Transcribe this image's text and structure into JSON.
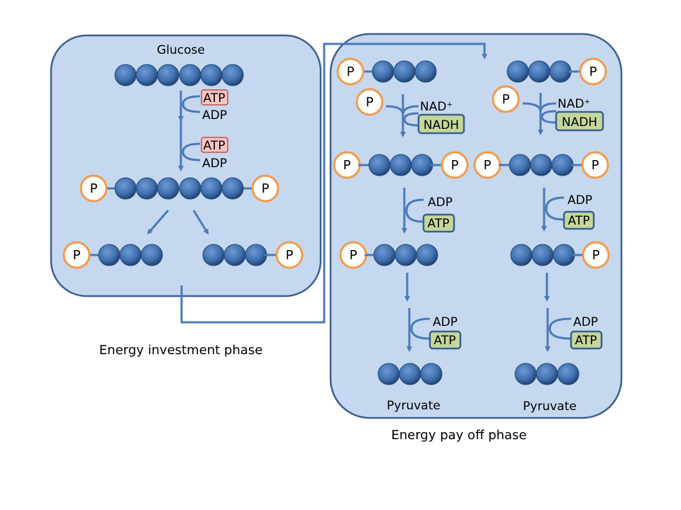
{
  "left_panel": {
    "title": "Glucose",
    "steps": [
      {
        "in": "ATP",
        "out": "ADP"
      },
      {
        "in": "ATP",
        "out": "ADP"
      }
    ],
    "caption": "Energy investment phase"
  },
  "right_panel": {
    "branches": [
      {
        "nad": "NAD⁺",
        "nadh": "NADH",
        "adp1": "ADP",
        "atp1": "ATP",
        "adp2": "ADP",
        "atp2": "ATP",
        "product": "Pyruvate"
      },
      {
        "nad": "NAD⁺",
        "nadh": "NADH",
        "adp1": "ADP",
        "atp1": "ATP",
        "adp2": "ADP",
        "atp2": "ATP",
        "product": "Pyruvate"
      }
    ],
    "caption": "Energy pay off phase"
  },
  "phosphate_label": "P",
  "colors": {
    "panel_fill": "#c6d8ef",
    "panel_stroke": "#3b6091",
    "bead": "#3f6fae",
    "arrow": "#4a7ab8",
    "phosphate_ring": "#f29a4a",
    "atp_consumed": "#f8c4c4",
    "atp_produced": "#c4d79b"
  }
}
